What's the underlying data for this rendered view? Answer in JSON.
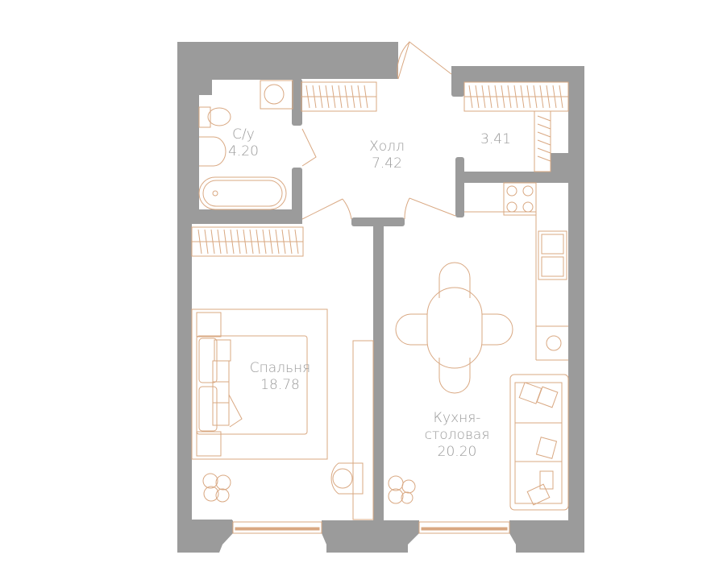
{
  "plan": {
    "wall_color": "#9b9b9b",
    "line_color": "#d9a882",
    "label_color": "#9a9a9a",
    "rooms": [
      {
        "id": "bathroom",
        "name": "С/у",
        "area": "4.20"
      },
      {
        "id": "hall",
        "name": "Холл",
        "area": "7.42"
      },
      {
        "id": "storage",
        "name": "",
        "area": "3.41"
      },
      {
        "id": "bedroom",
        "name": "Спальня",
        "area": "18.78"
      },
      {
        "id": "kitchen",
        "name": "Кухня-столовая",
        "name_line1": "Кухня-",
        "name_line2": "столовая",
        "area": "20.20"
      }
    ]
  }
}
